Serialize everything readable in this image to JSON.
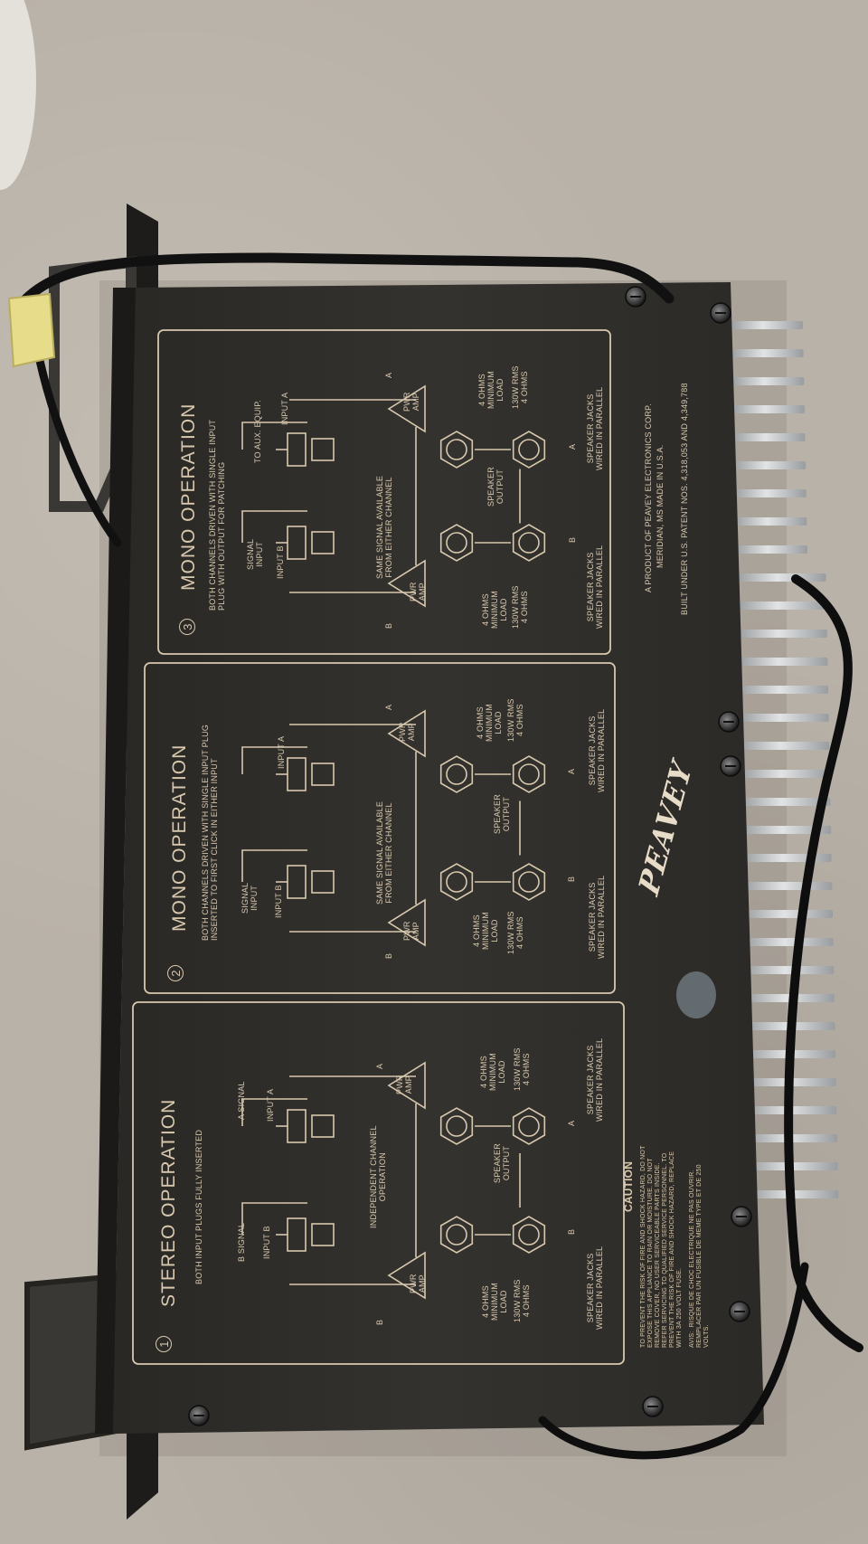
{
  "panels": [
    {
      "number": "1",
      "title": "STEREO OPERATION",
      "subtitle": "BOTH INPUT PLUGS FULLY INSERTED",
      "left_signal": "B SIGNAL",
      "right_signal": "A SIGNAL",
      "input_left": "INPUT B",
      "input_right": "INPUT A",
      "middle_text": "INDEPENDENT CHANNEL\nOPERATION",
      "amp_label": "PWR\nAMP",
      "channel_left": "B",
      "channel_right": "A",
      "load_left": "4 OHMS\nMINIMUM\nLOAD",
      "load_right": "4 OHMS\nMINIMUM\nLOAD",
      "rms_left": "130W RMS\n4 OHMS",
      "rms_right": "130W RMS\n4 OHMS",
      "speaker_output": "SPEAKER\nOUTPUT",
      "jacks_left": "SPEAKER JACKS\nWIRED IN PARALLEL",
      "jacks_right": "SPEAKER JACKS\nWIRED IN PARALLEL"
    },
    {
      "number": "2",
      "title": "MONO OPERATION",
      "subtitle": "BOTH CHANNELS DRIVEN WITH SINGLE INPUT PLUG\nINSERTED TO FIRST CLICK IN EITHER INPUT",
      "left_signal": "SIGNAL\nINPUT",
      "input_left": "INPUT B",
      "input_right": "INPUT A",
      "middle_text": "SAME SIGNAL AVAILABLE\nFROM EITHER CHANNEL",
      "amp_label": "PWR\nAMP",
      "channel_left": "B",
      "channel_right": "A",
      "load_left": "4 OHMS\nMINIMUM\nLOAD",
      "load_right": "4 OHMS\nMINIMUM\nLOAD",
      "rms_left": "130W RMS\n4 OHMS",
      "rms_right": "130W RMS\n4 OHMS",
      "speaker_output": "SPEAKER\nOUTPUT",
      "jacks_left": "SPEAKER JACKS\nWIRED IN PARALLEL",
      "jacks_right": "SPEAKER JACKS\nWIRED IN PARALLEL"
    },
    {
      "number": "3",
      "title": "MONO OPERATION",
      "subtitle": "BOTH CHANNELS DRIVEN WITH SINGLE INPUT\nPLUG WITH OUTPUT FOR PATCHING",
      "left_signal": "SIGNAL\nINPUT",
      "right_signal": "TO AUX. EQUIP.",
      "input_left": "INPUT B",
      "input_right": "INPUT A",
      "middle_text": "SAME SIGNAL AVAILABLE\nFROM EITHER CHANNEL",
      "amp_label": "PWR\nAMP",
      "channel_left": "B",
      "channel_right": "A",
      "load_left": "4 OHMS\nMINIMUM\nLOAD",
      "load_right": "4 OHMS\nMINIMUM\nLOAD",
      "rms_left": "130W RMS\n4 OHMS",
      "rms_right": "130W RMS\n4 OHMS",
      "speaker_output": "SPEAKER\nOUTPUT",
      "jacks_left": "SPEAKER JACKS\nWIRED IN PARALLEL",
      "jacks_right": "SPEAKER JACKS\nWIRED IN PARALLEL"
    }
  ],
  "caution": {
    "title": "CAUTION",
    "text": "TO PREVENT THE RISK OF FIRE AND SHOCK HAZARD, DO NOT\nEXPOSE THIS APPLIANCE TO RAIN OR MOISTURE. DO NOT\nREMOVE COVER, NO USER SERVICEABLE PARTS INSIDE.\nREFER SERVICING TO QUALIFIED SERVICE PERSONNEL. TO\nPREVENT THE RISK OF FIRE AND SHOCK HAZARD, REPLACE\nWITH 3A 250 VOLT FUSE.",
    "avis": "AVIS:  RISQUE DE CHOC ELECTRIQUE NE PAS OUVRIR.\nREMPLACER PAR UN FUSIBLE DE MEME TYPE ET DE 250\nVOLTS."
  },
  "manufacturer": {
    "line1": "A PRODUCT OF PEAVEY ELECTRONICS CORP.",
    "line2": "MERIDIAN, MS  MADE IN U.S.A.",
    "patent": "BUILT UNDER U.S. PATENT NOS. 4,318,053 AND 4,349,788"
  },
  "brand": "PEAVEY",
  "colors": {
    "panel": "#2f2d2a",
    "panel_dark": "#25231f",
    "print": "#d8c8ae",
    "heatsink": "#c9ccce",
    "floor": "#b9b2a8",
    "cable": "#111111"
  }
}
